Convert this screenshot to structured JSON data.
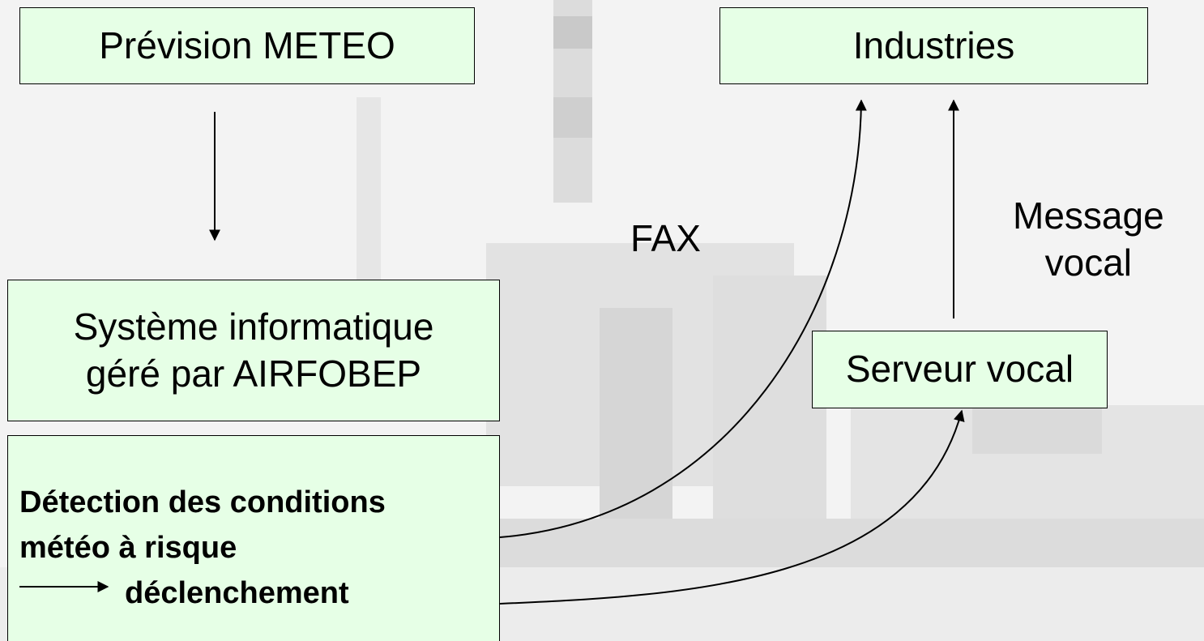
{
  "diagram": {
    "forecast_box": {
      "text": "Prévision METEO"
    },
    "industries_box": {
      "text": "Industries"
    },
    "system_box": {
      "line1": "Système informatique",
      "line2": "géré par AIRFOBEP"
    },
    "voice_server_box": {
      "text": "Serveur vocal"
    },
    "detection_box": {
      "line1": "Détection des conditions",
      "line2": "météo à risque",
      "line3": "déclenchement"
    },
    "fax_label": "FAX",
    "voice_message_label": {
      "line1": "Message",
      "line2": "vocal"
    }
  },
  "colors": {
    "box_fill": "#e6ffe6",
    "stroke": "#000000",
    "backdrop": "#d8d8d8"
  }
}
